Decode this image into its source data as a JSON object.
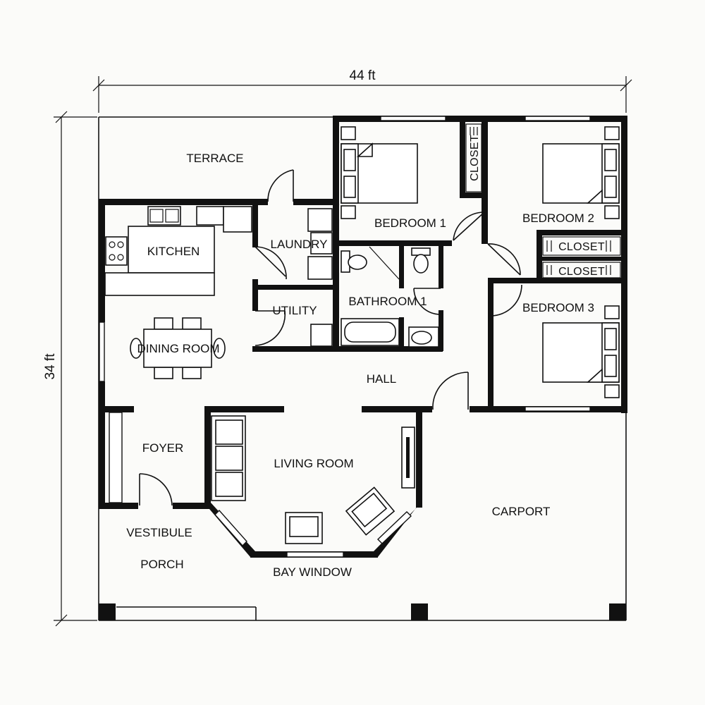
{
  "dimensions": {
    "width": "44 ft",
    "height": "34 ft"
  },
  "rooms": {
    "terrace": "TERRACE",
    "bedroom1": "BEDROOM 1",
    "bedroom2": "BEDROOM 2",
    "bedroom3": "BEDROOM 3",
    "closet": "CLOSET",
    "kitchen": "KITCHEN",
    "laundry": "LAUNDRY",
    "utility": "UTILITY",
    "bathroom1": "BATHROOM 1",
    "dining_room": "DINING ROOM",
    "hall": "HALL",
    "foyer": "FOYER",
    "living_room": "LIVING ROOM",
    "carport": "CARPORT",
    "vestibule": "VESTIBULE",
    "porch": "PORCH",
    "bay_window": "BAY WINDOW"
  }
}
